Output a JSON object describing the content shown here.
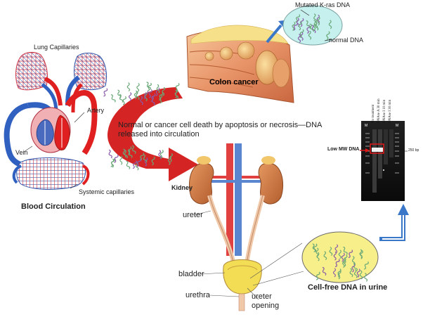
{
  "labels": {
    "mutated": "Mutated K-ras DNA",
    "normal_dna": "normal DNA",
    "lung": "Lung Capillaries",
    "artery": "Artery",
    "vein": "Vein",
    "systemic": "Systemic capillaries",
    "blood_circ": "Blood Circulation",
    "colon": "Colon cancer",
    "release_line1": "Normal or cancer cell death by apoptosis or necrosis—DNA",
    "release_line2": "released into circulation",
    "kidney": "Kidney",
    "ureter": "ureter",
    "bladder": "bladder",
    "urethra": "urethra",
    "ureter_opening_1": "ureter",
    "ureter_opening_2": "opening",
    "lowmw": "Low MW DNA",
    "bp": "250 bp",
    "cfdna": "Cell-free DNA in urine",
    "gel_m1": "M",
    "gel_m2": "M",
    "gel_lane1": "No treatment",
    "gel_lane2": "DNAse A 30 min",
    "gel_lane3": "DNAse I 10 min",
    "gel_lane4": "DNAse I 30 min"
  },
  "colors": {
    "artery_red": "#e02020",
    "vein_blue": "#3060c0",
    "kidney_brown": "#c8703a",
    "bladder_yellow": "#f3dd55",
    "ellipse_yellow": "#f7f08a",
    "cyan_oval": "#c5f0ee",
    "arrow_blue": "#3a77c8",
    "dna_green": "#6aa878",
    "dna_purple": "#8a5aa8"
  }
}
